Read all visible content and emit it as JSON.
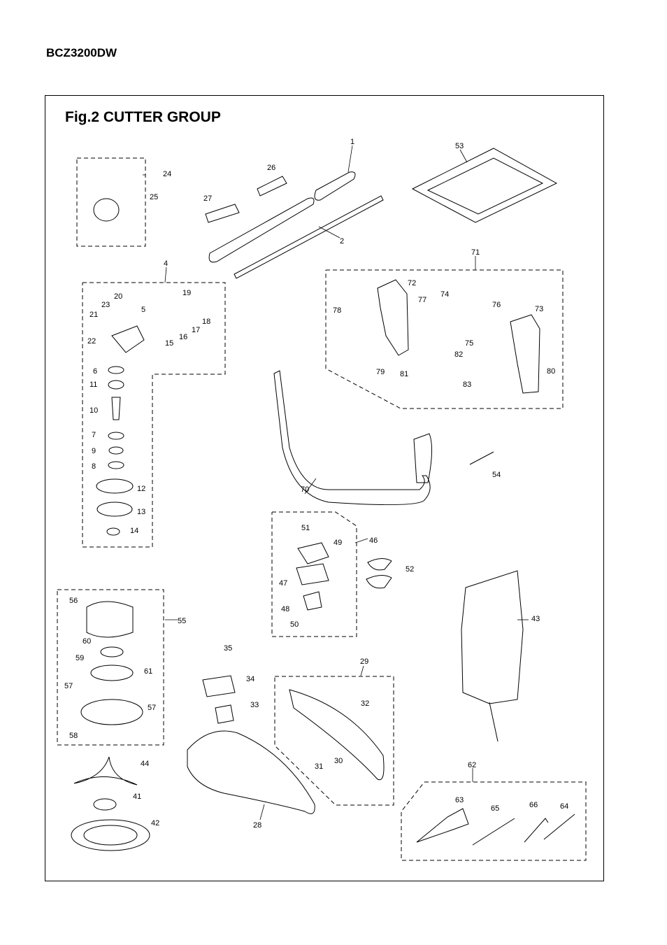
{
  "header": {
    "model": "BCZ3200DW"
  },
  "figure": {
    "title": "Fig.2  CUTTER GROUP"
  },
  "part_numbers": [
    "1",
    "2",
    "4",
    "5",
    "6",
    "7",
    "8",
    "9",
    "10",
    "11",
    "12",
    "13",
    "14",
    "15",
    "16",
    "17",
    "18",
    "19",
    "20",
    "21",
    "22",
    "23",
    "24",
    "25",
    "26",
    "27",
    "28",
    "29",
    "30",
    "31",
    "32",
    "33",
    "34",
    "35",
    "41",
    "42",
    "43",
    "44",
    "46",
    "47",
    "48",
    "49",
    "50",
    "51",
    "52",
    "53",
    "54",
    "55",
    "56",
    "57",
    "57",
    "58",
    "59",
    "60",
    "61",
    "62",
    "63",
    "64",
    "65",
    "66",
    "70",
    "71",
    "72",
    "73",
    "74",
    "75",
    "76",
    "77",
    "78",
    "79",
    "80",
    "81",
    "82",
    "83"
  ]
}
